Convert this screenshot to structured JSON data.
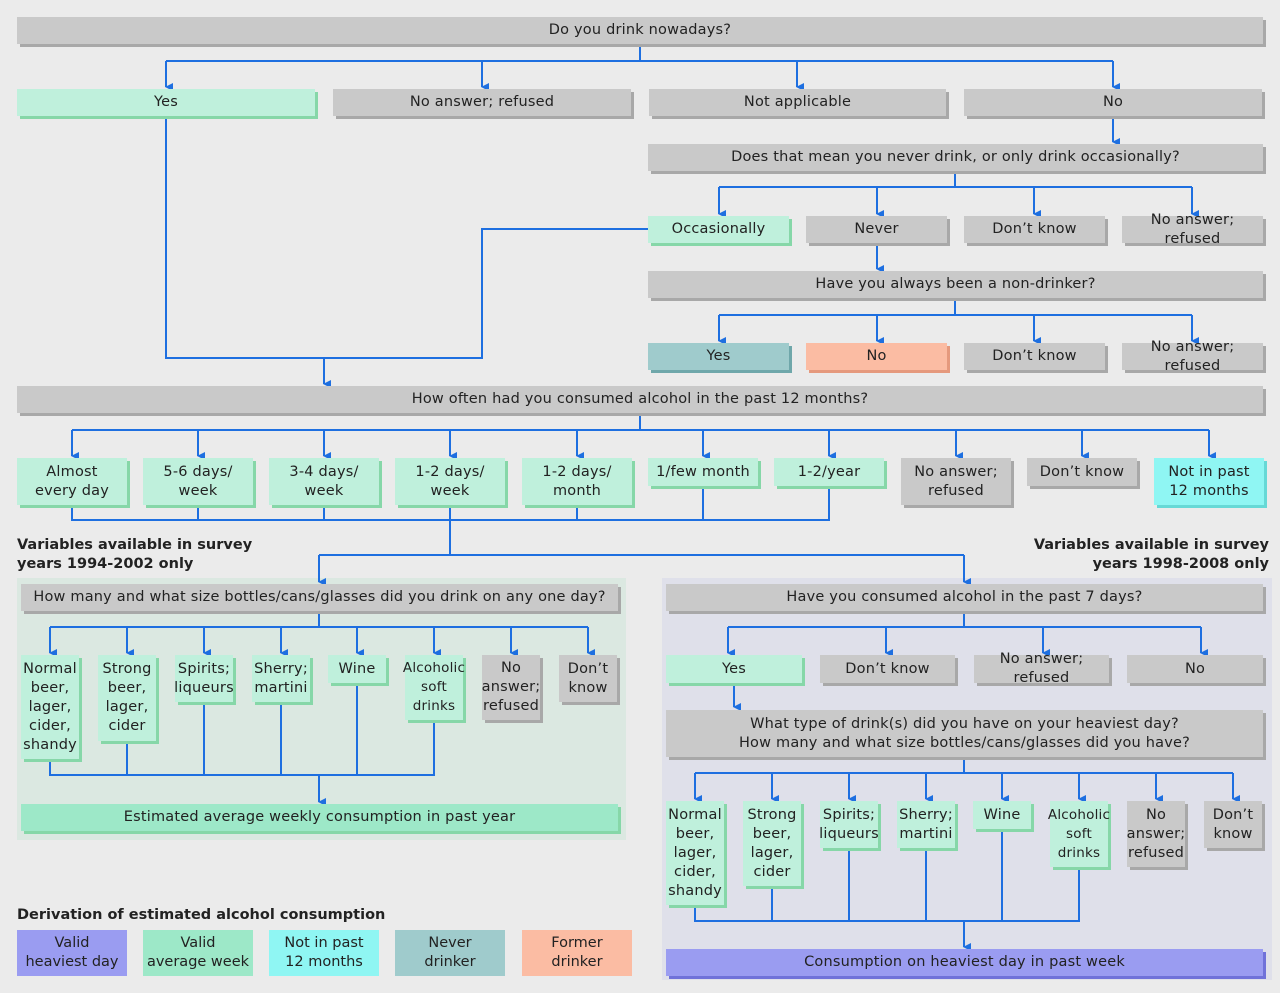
{
  "q_drink_now": "Do you drink nowadays?",
  "a1": {
    "yes": "Yes",
    "noanswer": "No answer; refused",
    "notapplicable": "Not applicable",
    "no": "No"
  },
  "q_never_or_occasional": "Does that mean you never drink, or only drink occasionally?",
  "a2": {
    "occasionally": "Occasionally",
    "never": "Never",
    "dontknow": "Don’t know",
    "noanswer": "No answer; refused"
  },
  "q_always_nondrinker": "Have you always been a non-drinker?",
  "a3": {
    "yes": "Yes",
    "no": "No",
    "dontknow": "Don’t know",
    "noanswer": "No answer; refused"
  },
  "q_how_often": "How often had you consumed alcohol in the past 12 months?",
  "freq": [
    "Almost\nevery day",
    "5-6 days/\nweek",
    "3-4 days/\nweek",
    "1-2 days/\nweek",
    "1-2 days/\nmonth",
    "1/few month",
    "1-2/year",
    "No answer;\nrefused",
    "Don’t know",
    "Not in past\n12 months"
  ],
  "note_left": "Variables available in survey\nyears 1994-2002 only",
  "note_right": "Variables available in survey\nyears 1998-2008 only",
  "q_left": "How many and what size bottles/cans/glasses did you drink on any one day?",
  "drinks_left": [
    "Normal\nbeer,\nlager,\ncider,\nshandy",
    "Strong\nbeer,\nlager,\ncider",
    "Spirits;\nliqueurs",
    "Sherry;\nmartini",
    "Wine",
    "Alcoholic\nsoft\ndrinks",
    "No\nanswer;\nrefused",
    "Don’t\nknow"
  ],
  "result_left": "Estimated average weekly consumption in past year",
  "q_past7": "Have you consumed alcohol in the past 7 days?",
  "a7": {
    "yes": "Yes",
    "dontknow": "Don’t know",
    "noanswer": "No answer; refused",
    "no": "No"
  },
  "q_heaviest": "What type of drink(s) did you have on your heaviest day?\nHow many and what size bottles/cans/glasses did you have?",
  "drinks_right": [
    "Normal\nbeer,\nlager,\ncider,\nshandy",
    "Strong\nbeer,\nlager,\ncider",
    "Spirits;\nliqueurs",
    "Sherry;\nmartini",
    "Wine",
    "Alcoholic\nsoft\ndrinks",
    "No\nanswer;\nrefused",
    "Don’t\nknow"
  ],
  "result_right": "Consumption on heaviest day in past week",
  "legend_title": "Derivation of estimated alcohol consumption",
  "legend": [
    "Valid\nheaviest day",
    "Valid\naverage week",
    "Not in past\n12 months",
    "Never\ndrinker",
    "Former\ndrinker"
  ],
  "colors": {
    "line": "#1e6fe0",
    "grey": "#c9c9c9",
    "valid_average": "#bff0dc",
    "valid_heaviest": "#9a9cf1",
    "not_past_12": "#8ff6f3",
    "never_drinker": "#9fcbcc",
    "former_drinker": "#fbbca3"
  }
}
